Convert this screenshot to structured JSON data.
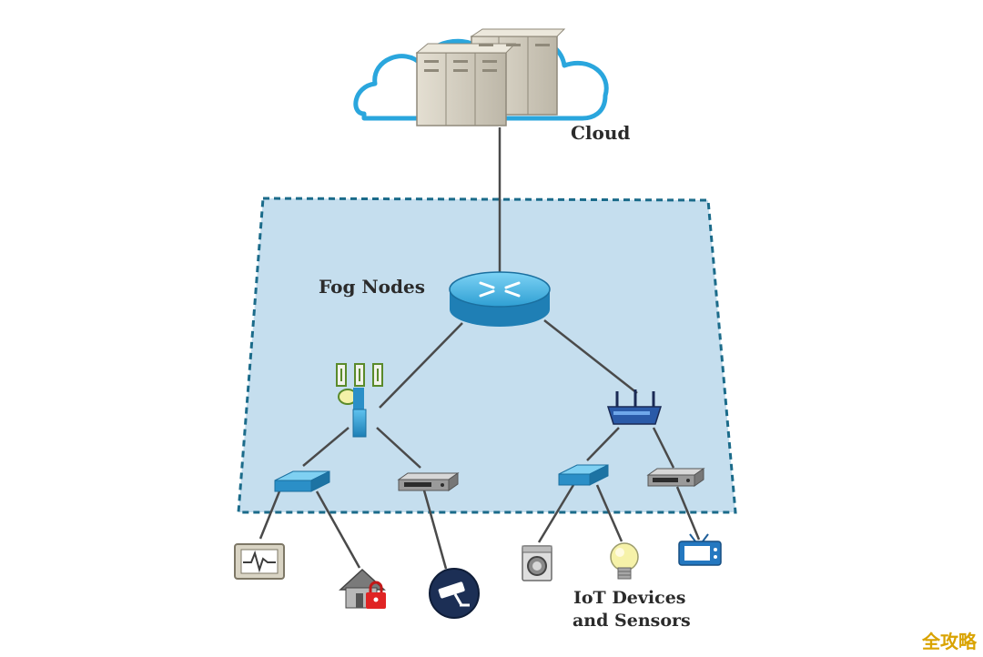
{
  "diagram": {
    "labels": {
      "cloud": "Cloud",
      "fog": "Fog Nodes",
      "iot_line1": "IoT Devices",
      "iot_line2": "and Sensors"
    },
    "nodes": [
      {
        "id": "cloud-servers",
        "icon": "server-rack-icon"
      },
      {
        "id": "fog-router",
        "icon": "router-icon"
      },
      {
        "id": "cell-tower",
        "icon": "cell-tower-icon"
      },
      {
        "id": "wifi-router",
        "icon": "wifi-router-icon"
      },
      {
        "id": "switch-left",
        "icon": "network-switch-icon"
      },
      {
        "id": "gateway-left",
        "icon": "gateway-box-icon"
      },
      {
        "id": "switch-right",
        "icon": "network-switch-icon"
      },
      {
        "id": "gateway-right",
        "icon": "gateway-box-icon"
      },
      {
        "id": "monitor",
        "icon": "heart-monitor-icon"
      },
      {
        "id": "smart-home",
        "icon": "smart-home-lock-icon"
      },
      {
        "id": "camera",
        "icon": "security-camera-icon"
      },
      {
        "id": "washer",
        "icon": "washing-machine-icon"
      },
      {
        "id": "bulb",
        "icon": "light-bulb-icon"
      },
      {
        "id": "tv",
        "icon": "television-icon"
      }
    ],
    "edges": [
      [
        "cloud-servers",
        "fog-router"
      ],
      [
        "fog-router",
        "cell-tower"
      ],
      [
        "fog-router",
        "wifi-router"
      ],
      [
        "cell-tower",
        "switch-left"
      ],
      [
        "cell-tower",
        "gateway-left"
      ],
      [
        "wifi-router",
        "switch-right"
      ],
      [
        "wifi-router",
        "gateway-right"
      ],
      [
        "switch-left",
        "monitor"
      ],
      [
        "switch-left",
        "smart-home"
      ],
      [
        "gateway-left",
        "camera"
      ],
      [
        "switch-right",
        "washer"
      ],
      [
        "switch-right",
        "bulb"
      ],
      [
        "gateway-right",
        "tv"
      ]
    ]
  },
  "watermark": "全攻略",
  "colors": {
    "cloud_outline": "#2aa6dd",
    "fog_fill": "#c5deee",
    "fog_border": "#1b6b8a",
    "device_blue": "#2b8fc7",
    "line": "#4a4a4a"
  }
}
